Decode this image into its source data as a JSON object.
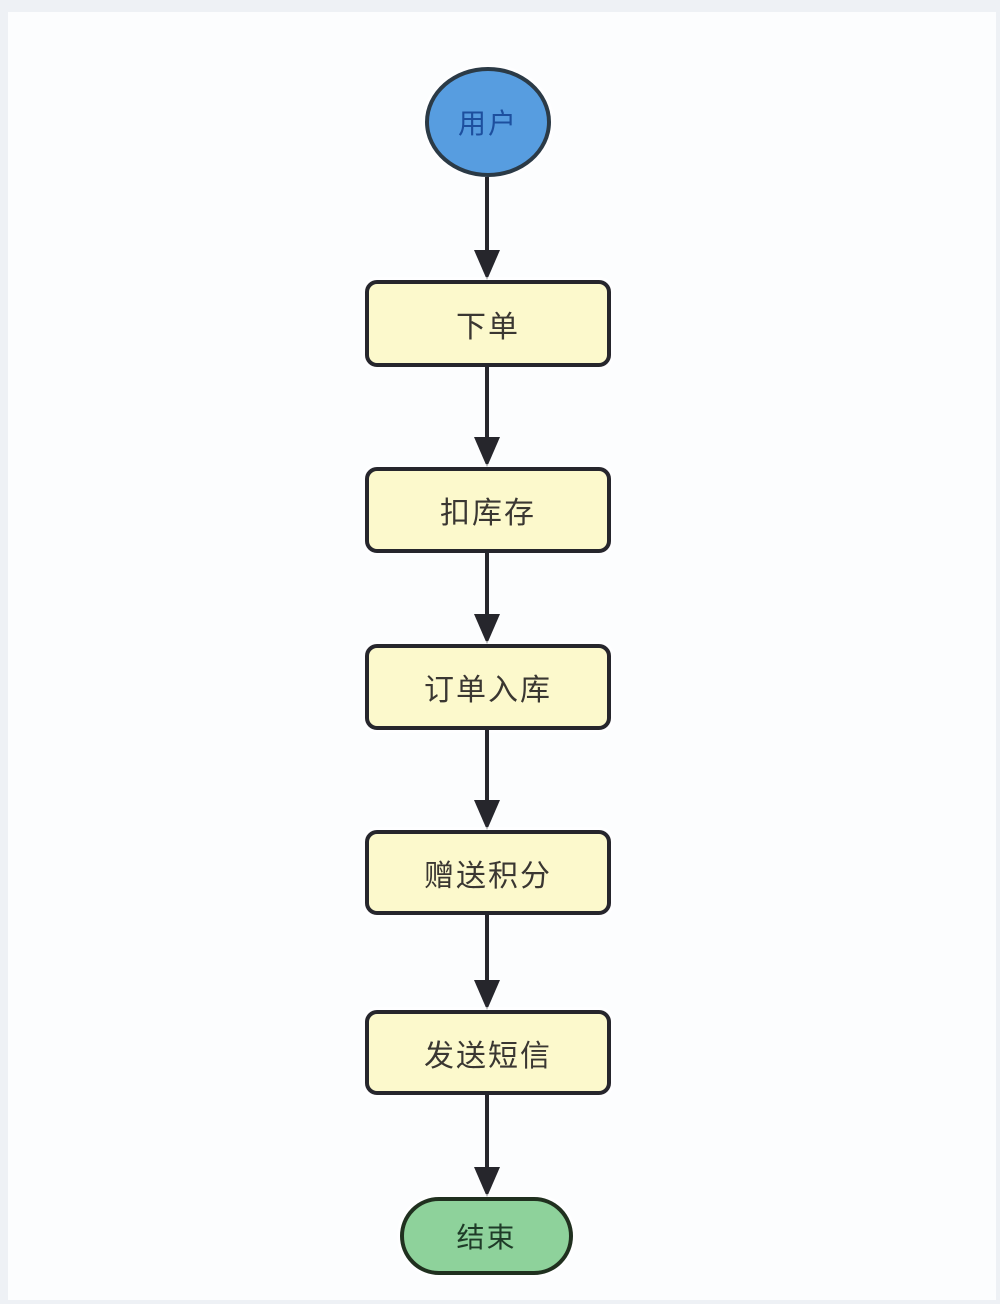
{
  "colors": {
    "frame": "#eef1f5",
    "canvas": "#fcfdfe",
    "border": "#26262c",
    "arrow": "#26262c",
    "start_fill": "#579de0",
    "start_text": "#1d4f9e",
    "start_border": "#2b3a46",
    "process_fill": "#fcf9cc",
    "process_text": "#3a3732",
    "end_fill": "#8ed29b",
    "end_text": "#1f3b28",
    "end_border": "#20301f"
  },
  "flowchart": {
    "nodes": [
      {
        "id": "user",
        "type": "start-ellipse",
        "label": "用户"
      },
      {
        "id": "place-order",
        "type": "process",
        "label": "下单"
      },
      {
        "id": "deduct-stock",
        "type": "process",
        "label": "扣库存"
      },
      {
        "id": "order-storage",
        "type": "process",
        "label": "订单入库"
      },
      {
        "id": "award-points",
        "type": "process",
        "label": "赠送积分"
      },
      {
        "id": "send-sms",
        "type": "process",
        "label": "发送短信"
      },
      {
        "id": "end",
        "type": "terminal",
        "label": "结束"
      }
    ],
    "edges": [
      {
        "from": "user",
        "to": "place-order"
      },
      {
        "from": "place-order",
        "to": "deduct-stock"
      },
      {
        "from": "deduct-stock",
        "to": "order-storage"
      },
      {
        "from": "order-storage",
        "to": "award-points"
      },
      {
        "from": "award-points",
        "to": "send-sms"
      },
      {
        "from": "send-sms",
        "to": "end"
      }
    ]
  }
}
